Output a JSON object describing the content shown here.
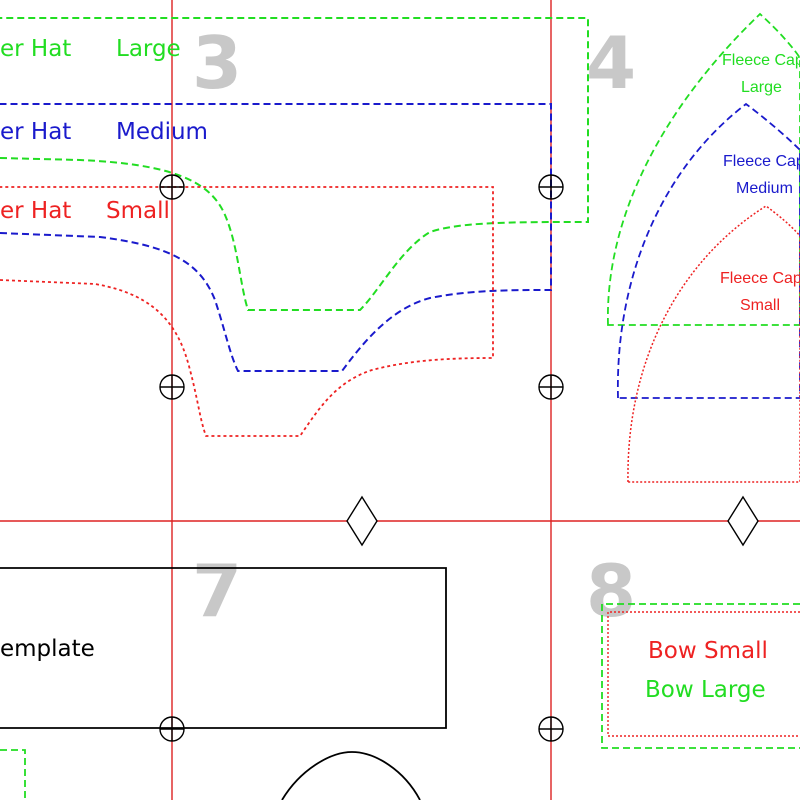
{
  "colors": {
    "large": "#22dd22",
    "medium": "#1a1acc",
    "small": "#ee2222",
    "gridline": "#dd2222",
    "outline": "#000000",
    "page_number": "#c8c8c8"
  },
  "page_numbers": {
    "p3": "3",
    "p4": "4",
    "p7": "7",
    "p8": "8"
  },
  "hat_labels": {
    "large_name": "er Hat",
    "large_size": "Large",
    "medium_name": "er Hat",
    "medium_size": "Medium",
    "small_name": "er Hat",
    "small_size": "Small"
  },
  "cap_labels": {
    "large_name": "Fleece Cap",
    "large_size": "Large",
    "medium_name": "Fleece Cap",
    "medium_size": "Medium",
    "small_name": "Fleece Cap",
    "small_size": "Small"
  },
  "template_label": "emplate",
  "bow_labels": {
    "small": "Bow Small",
    "large": "Bow  Large"
  },
  "icons": {
    "registration_mark": "crosshair-circle-icon",
    "alignment_mark": "diamond-icon"
  }
}
